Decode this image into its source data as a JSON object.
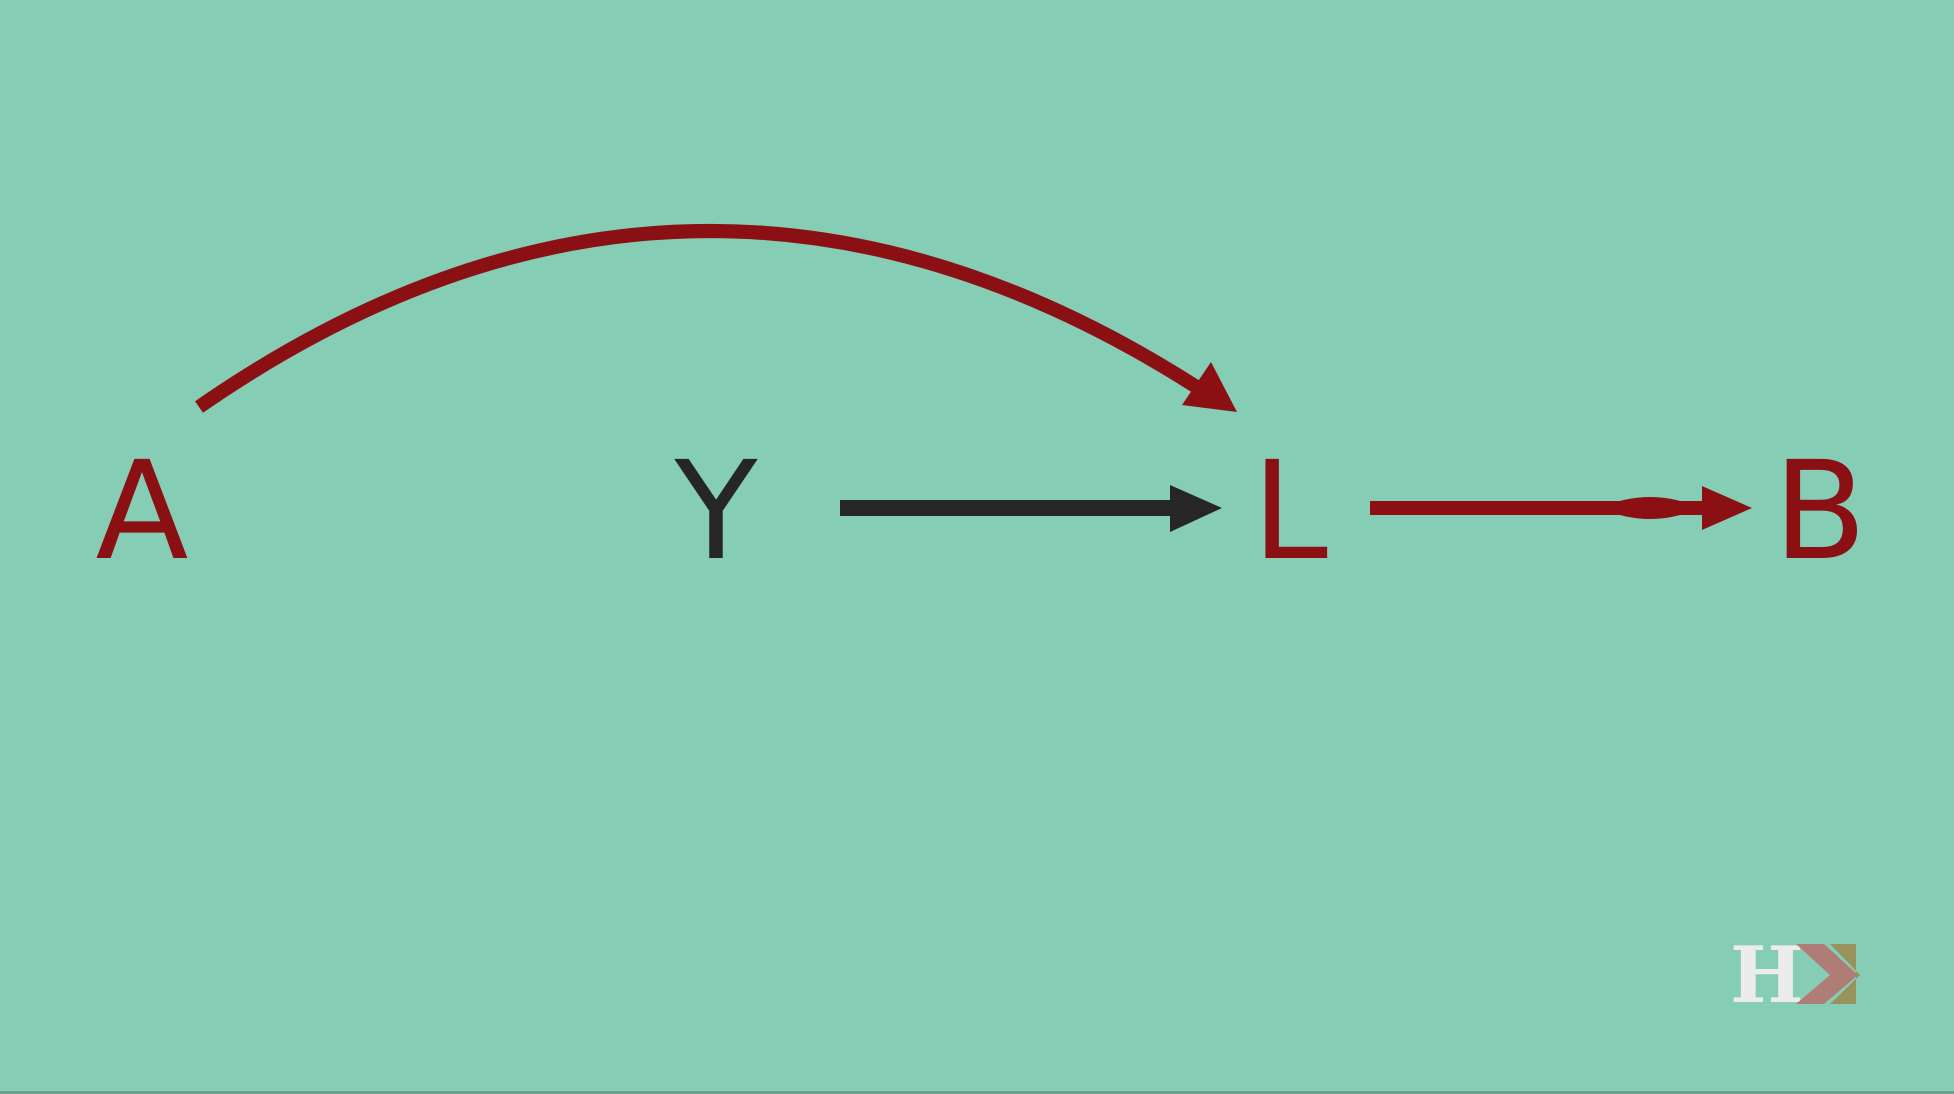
{
  "colors": {
    "background": "#86cdb6",
    "red": "#8b1014",
    "dark": "#262626",
    "logo_h": "#ececec",
    "logo_x_left": "#b07c76",
    "logo_x_right": "#9a8e57"
  },
  "nodes": {
    "a": {
      "label": "A"
    },
    "y": {
      "label": "Y"
    },
    "l": {
      "label": "L"
    },
    "b": {
      "label": "B"
    }
  },
  "edges": [
    {
      "from": "A",
      "to": "L",
      "style": "curved",
      "color": "red"
    },
    {
      "from": "Y",
      "to": "L",
      "style": "straight",
      "color": "dark"
    },
    {
      "from": "L",
      "to": "B",
      "style": "straight",
      "color": "red"
    }
  ],
  "logo": {
    "letter_h": "H",
    "letter_x": "X"
  }
}
